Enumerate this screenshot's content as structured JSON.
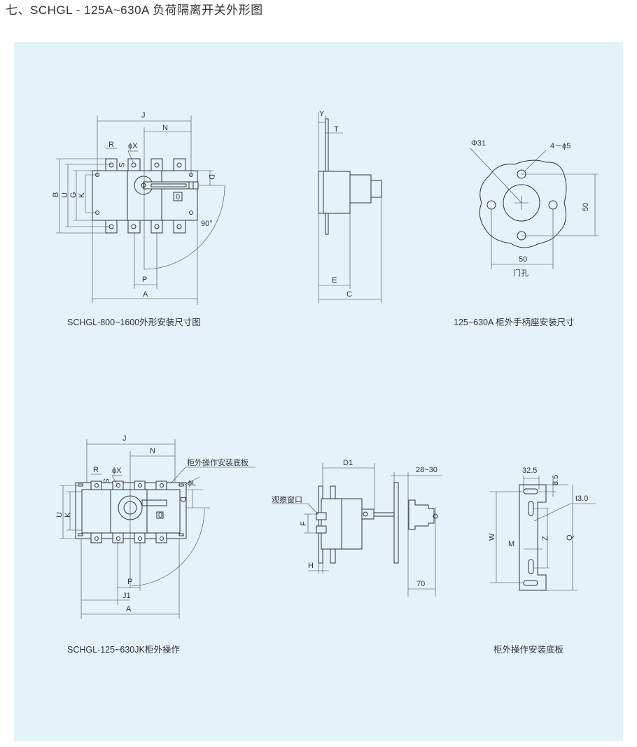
{
  "page_title": "七、SCHGL - 125A~630A 负荷隔离开关外形图",
  "colors": {
    "panel_background": "#e4f2fa",
    "line": "#333333"
  },
  "figures": {
    "top_left": {
      "caption": "SCHGL-800~1600外形安装尺寸图",
      "labels": {
        "J": "J",
        "N": "N",
        "R": "R",
        "X": "ϕX",
        "S": "S",
        "B": "B",
        "U": "U",
        "G": "G",
        "K": "K",
        "D": "D",
        "angle": "90°",
        "P": "P",
        "A": "A",
        "switch_mark": "0"
      }
    },
    "top_center": {
      "labels": {
        "Y": "Y",
        "T": "T",
        "E": "E",
        "C": "C"
      }
    },
    "top_right": {
      "caption": "125~630A 柜外手柄座安装尺寸",
      "labels": {
        "center_hole": "Φ31",
        "holes": "4－ϕ5",
        "height": "50",
        "width": "50",
        "door_hole": "门孔"
      }
    },
    "bottom_left": {
      "caption": "SCHGL-125~630JK柜外操作",
      "labels": {
        "J": "J",
        "N": "N",
        "R": "R",
        "X": "ϕX",
        "S": "S",
        "base_plate": "柜外操作安装底板",
        "L": "ϕL",
        "U": "U",
        "K": "K",
        "D": "D",
        "P": "P",
        "J1": "J1",
        "A": "A",
        "switch_mark": "0"
      }
    },
    "bottom_center": {
      "labels": {
        "D1": "D1",
        "range": "28~30",
        "window": "观察窗口",
        "F": "F",
        "H": "H",
        "depth": "70"
      }
    },
    "bottom_right": {
      "caption": "柜外操作安装底板",
      "labels": {
        "width": "32.5",
        "offset": "8.5",
        "thickness": "t3.0",
        "W": "W",
        "M": "M",
        "Z": "Z",
        "Q": "Q"
      }
    }
  }
}
